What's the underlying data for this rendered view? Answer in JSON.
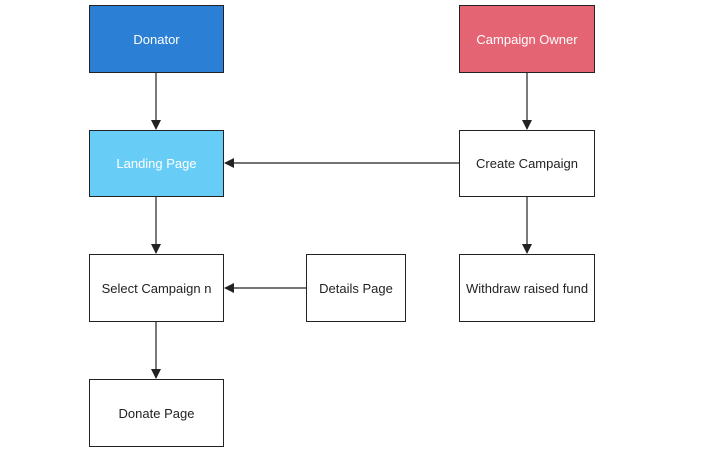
{
  "diagram": {
    "nodes": {
      "donator": {
        "label": "Donator",
        "fill": "#2b7fd4"
      },
      "campaign_owner": {
        "label": "Campaign Owner",
        "fill": "#e56473"
      },
      "landing_page": {
        "label": "Landing Page",
        "fill": "#67cdf7"
      },
      "create_campaign": {
        "label": "Create Campaign",
        "fill": "#ffffff"
      },
      "select_campaign": {
        "label": "Select Campaign n",
        "fill": "#ffffff"
      },
      "details_page": {
        "label": "Details Page",
        "fill": "#ffffff"
      },
      "withdraw": {
        "label": "Withdraw raised fund",
        "fill": "#ffffff"
      },
      "donate_page": {
        "label": "Donate Page",
        "fill": "#ffffff"
      }
    },
    "edges": [
      {
        "from": "donator",
        "to": "landing_page"
      },
      {
        "from": "campaign_owner",
        "to": "create_campaign"
      },
      {
        "from": "create_campaign",
        "to": "landing_page"
      },
      {
        "from": "landing_page",
        "to": "select_campaign"
      },
      {
        "from": "create_campaign",
        "to": "withdraw"
      },
      {
        "from": "details_page",
        "to": "select_campaign"
      },
      {
        "from": "select_campaign",
        "to": "donate_page"
      }
    ],
    "colors": {
      "stroke": "#222222",
      "text_dark": "#222222",
      "text_light": "#ffffff"
    }
  }
}
